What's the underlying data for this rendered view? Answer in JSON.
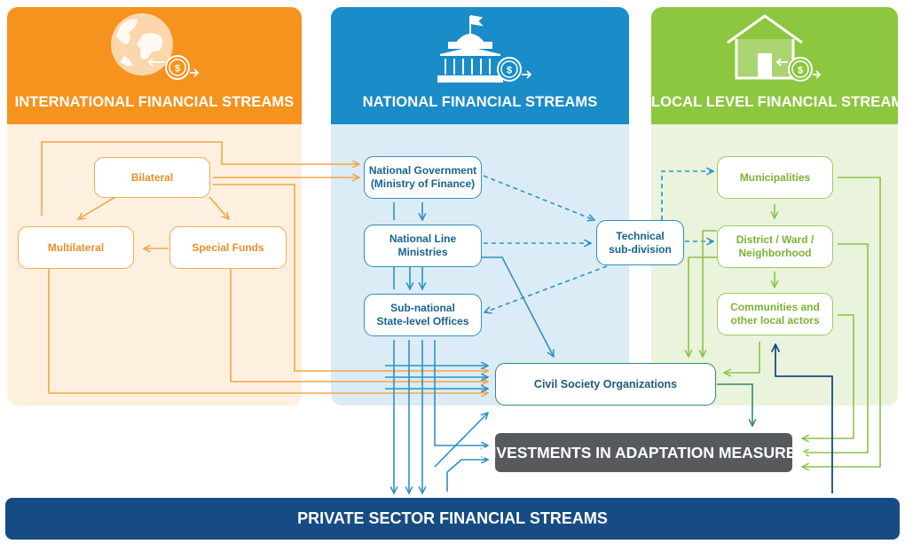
{
  "panels": {
    "international": {
      "title": "INTERNATIONAL FINANCIAL STREAMS",
      "icon": "globe-money-icon"
    },
    "national": {
      "title": "NATIONAL FINANCIAL STREAMS",
      "icon": "government-building-money-icon"
    },
    "local": {
      "title": "LOCAL LEVEL FINANCIAL STREAMS",
      "icon": "house-money-icon"
    }
  },
  "nodes": {
    "bilateral": "Bilateral",
    "multilateral": "Multilateral",
    "special_funds": "Special Funds",
    "national_government": "National Government\n(Ministry of Finance)",
    "national_line_ministries": "National Line\nMinistries",
    "sub_national": "Sub-national\nState-level Offices",
    "technical_subdivision": "Technical\nsub-division",
    "municipalities": "Municipalities",
    "district_ward": "District / Ward /\nNeighborhood",
    "communities": "Communities and\nother local actors",
    "civil_society": "Civil Society Organizations"
  },
  "investments": "INVESTMENTS IN ADAPTATION MEASURES",
  "private_sector": "PRIVATE SECTOR FINANCIAL STREAMS",
  "colors": {
    "international_header": "#f6921e",
    "international_body": "#fdf0df",
    "national_header": "#1a8cc8",
    "national_body": "#dcecf6",
    "local_header": "#8dc63f",
    "local_body": "#eaf4dc",
    "international_arrow": "#f3a54a",
    "national_arrow": "#2a93c4",
    "local_arrow": "#8cc24a",
    "cso_arrow": "#2f8a72",
    "private_sector": "#174b83",
    "investments": "#575a5d"
  }
}
